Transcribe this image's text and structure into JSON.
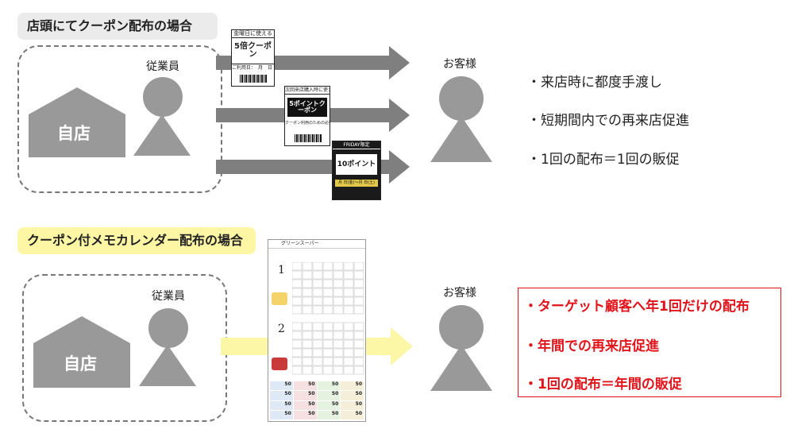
{
  "section1": {
    "title": "店頭にてクーポン配布の場合",
    "store_label": "自店",
    "staff_label": "従業員",
    "customer_label": "お客様",
    "bullets": [
      "・来店時に都度手渡し",
      "・短期間内での再来店促進",
      "・1回の配布＝1回の販促"
    ],
    "coupons": [
      {
        "top_text": "金曜日に使える",
        "main_text": "5倍クーポン",
        "sub_text": "ご利用日：　月　日（　）"
      },
      {
        "top_text": "次回来店購入時に使える",
        "main_text": "5ポイントクーポン",
        "sub_text": "クーポン利用のための必要会員"
      },
      {
        "top_text": "FRIDAY限定",
        "main_text": "10ポイント",
        "sub_text": "月 日(金)〜月 日(土)"
      }
    ]
  },
  "section2": {
    "title": "クーポン付メモカレンダー配布の場合",
    "store_label": "自店",
    "staff_label": "従業員",
    "customer_label": "お客様",
    "bullets": [
      "・ターゲット顧客へ年1回だけの配布",
      "・年間での再来店促進",
      "・1回の配布＝年間の販促"
    ],
    "calendar": {
      "header": "グリーンスーパー",
      "months": [
        "1",
        "2"
      ],
      "coupon_value": "50"
    }
  },
  "colors": {
    "tag1_bg": "#ebebeb",
    "tag2_bg": "#fdf7a5",
    "shape_gray": "#999999",
    "arrow_gray": "#7f7f7f",
    "arrow_yellow": "#fbf7a6",
    "red": "#e0141a"
  }
}
